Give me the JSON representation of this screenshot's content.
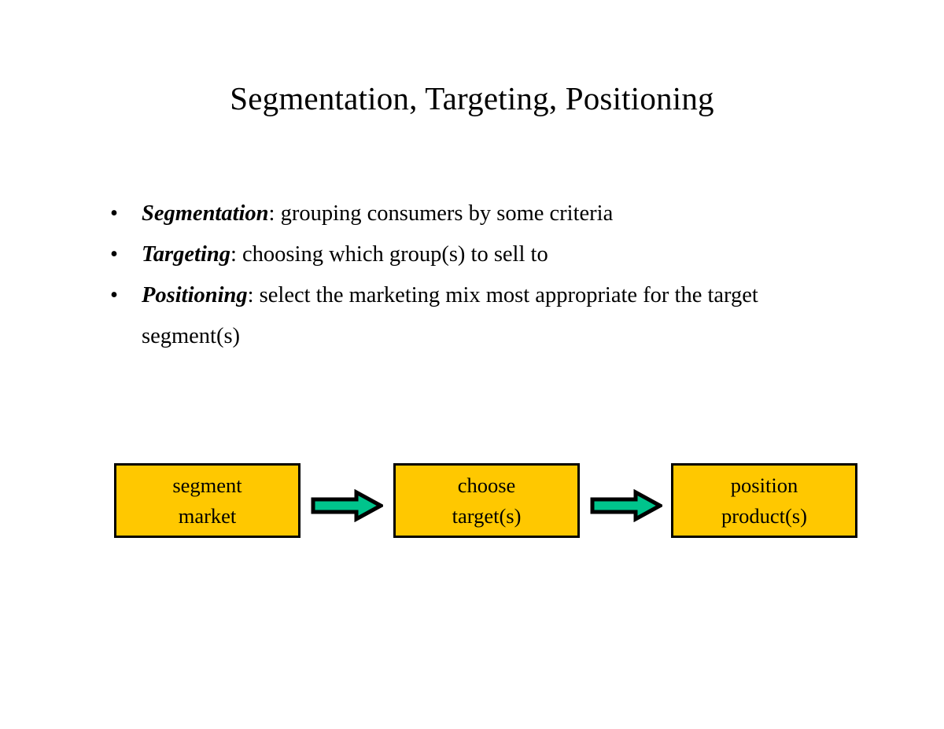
{
  "slide": {
    "title": "Segmentation, Targeting, Positioning",
    "background_color": "#FFFFFF",
    "text_color": "#000000"
  },
  "body": {
    "bullet_glyph": "•",
    "items": [
      {
        "term": "Segmentation",
        "separator": ": ",
        "description": "grouping consumers by some criteria"
      },
      {
        "term": "Targeting",
        "separator": ": ",
        "description": "choosing which group(s) to sell to"
      },
      {
        "term": "Positioning",
        "separator": ": ",
        "description": "select the marketing mix most appropriate for the target segment(s)"
      }
    ]
  },
  "flow": {
    "box_fill_color": "#FFC800",
    "box_border_color": "#000000",
    "arrow_fill_color": "#00C48C",
    "arrow_border_color": "#000000",
    "steps": [
      {
        "line1": "segment",
        "line2": "market"
      },
      {
        "line1": "choose",
        "line2": "target(s)"
      },
      {
        "line1": "position",
        "line2": "product(s)"
      }
    ],
    "connectors": [
      {
        "label": "arrow-right"
      },
      {
        "label": "arrow-right"
      }
    ]
  }
}
